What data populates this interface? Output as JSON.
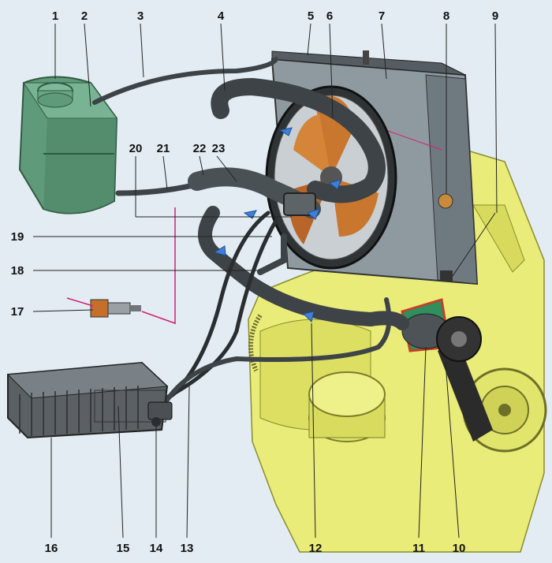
{
  "diagram": {
    "colors": {
      "background": "#e3ecf2",
      "engine": "#e9ec78",
      "radiator": "#8e9aa0",
      "fan": "#c9772e",
      "hose": "#3d4346",
      "tank": "#5f9a7a",
      "flow_arrow": "#3f7fd6",
      "wire": "#d0207a"
    },
    "callouts": [
      {
        "id": "c1",
        "number": "1"
      },
      {
        "id": "c2",
        "number": "2"
      },
      {
        "id": "c3",
        "number": "3"
      },
      {
        "id": "c4",
        "number": "4"
      },
      {
        "id": "c5",
        "number": "5"
      },
      {
        "id": "c6",
        "number": "6"
      },
      {
        "id": "c7",
        "number": "7"
      },
      {
        "id": "c8",
        "number": "8"
      },
      {
        "id": "c9",
        "number": "9"
      },
      {
        "id": "c10",
        "number": "10"
      },
      {
        "id": "c11",
        "number": "11"
      },
      {
        "id": "c12",
        "number": "12"
      },
      {
        "id": "c13",
        "number": "13"
      },
      {
        "id": "c14",
        "number": "14"
      },
      {
        "id": "c15",
        "number": "15"
      },
      {
        "id": "c16",
        "number": "16"
      },
      {
        "id": "c17",
        "number": "17"
      },
      {
        "id": "c18",
        "number": "18"
      },
      {
        "id": "c19",
        "number": "19"
      },
      {
        "id": "c20",
        "number": "20"
      },
      {
        "id": "c21",
        "number": "21"
      },
      {
        "id": "c22",
        "number": "22"
      },
      {
        "id": "c23",
        "number": "23"
      }
    ]
  }
}
